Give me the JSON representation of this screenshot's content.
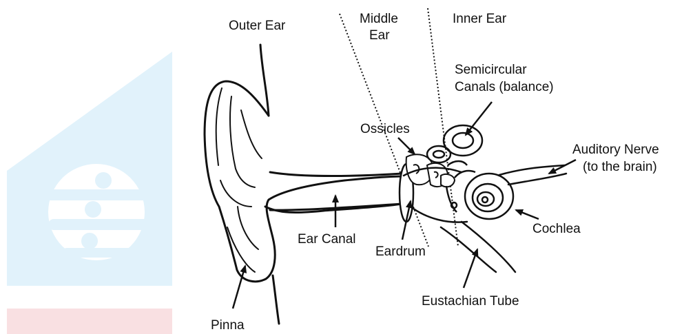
{
  "colors": {
    "ink": "#111111",
    "watermark_blue": "#e1f2fb",
    "watermark_pink": "#f9e0e2",
    "background": "#ffffff"
  },
  "regions": {
    "outer": "Outer Ear",
    "middle_line1": "Middle",
    "middle_line2": "Ear",
    "inner": "Inner Ear"
  },
  "labels": {
    "semicircular_line1": "Semicircular",
    "semicircular_line2": "Canals (balance)",
    "ossicles": "Ossicles",
    "auditory_line1": "Auditory Nerve",
    "auditory_line2": "(to the brain)",
    "ear_canal": "Ear Canal",
    "eardrum": "Eardrum",
    "cochlea": "Cochlea",
    "eustachian": "Eustachian Tube",
    "pinna": "Pinna"
  }
}
